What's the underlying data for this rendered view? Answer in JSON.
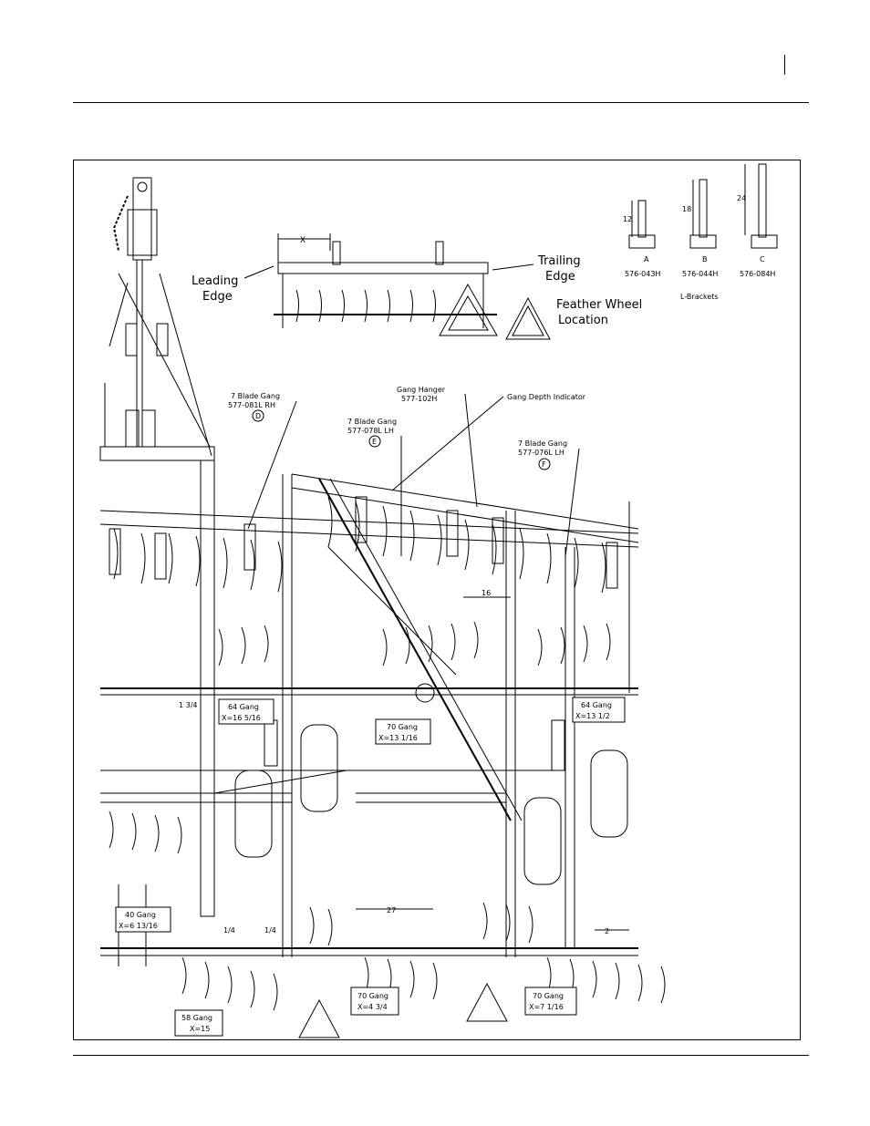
{
  "labels": {
    "leading_edge": [
      "Leading",
      "Edge"
    ],
    "trailing_edge": [
      "Trailing",
      "Edge"
    ],
    "x_dim": "X",
    "feather_wheel": [
      "Feather Wheel",
      "Location"
    ],
    "bracket_a": {
      "letter": "A",
      "height": "12",
      "part": "576-043H"
    },
    "bracket_b": {
      "letter": "B",
      "height": "18",
      "part": "576-044H"
    },
    "bracket_c": {
      "letter": "C",
      "height": "24",
      "part": "576-084H"
    },
    "l_brackets": "L-Brackets",
    "gang_d": {
      "name": "7 Blade Gang",
      "part": "577-081L RH",
      "id": "D"
    },
    "gang_e": {
      "name": "7 Blade Gang",
      "part": "577-078L LH",
      "id": "E"
    },
    "gang_f": {
      "name": "7 Blade Gang",
      "part": "577-076L LH",
      "id": "F"
    },
    "gang_hanger": {
      "name": "Gang Hanger",
      "part": "577-102H"
    },
    "gang_depth": "Gang Depth Indicator"
  },
  "gang_boxes": {
    "g64a": {
      "name": "64 Gang",
      "x": "X=16 5/16"
    },
    "g64b": {
      "name": "64 Gang",
      "x": "X=13 1/2"
    },
    "g70a": {
      "name": "70 Gang",
      "x": "X=13 1/16"
    },
    "g40": {
      "name": "40 Gang",
      "x": "X=6 13/16"
    },
    "g58": {
      "name": "58 Gang",
      "x": "X=15"
    },
    "g70b": {
      "name": "70 Gang",
      "x": "X=4 3/4"
    },
    "g70c": {
      "name": "70 Gang",
      "x": "X=7 1/16"
    }
  },
  "dims": {
    "d16": "16",
    "d27": "27",
    "d2": "2",
    "d1_4a": "1/4",
    "d1_4b": "1/4",
    "d1_3_4": "1 3/4"
  }
}
